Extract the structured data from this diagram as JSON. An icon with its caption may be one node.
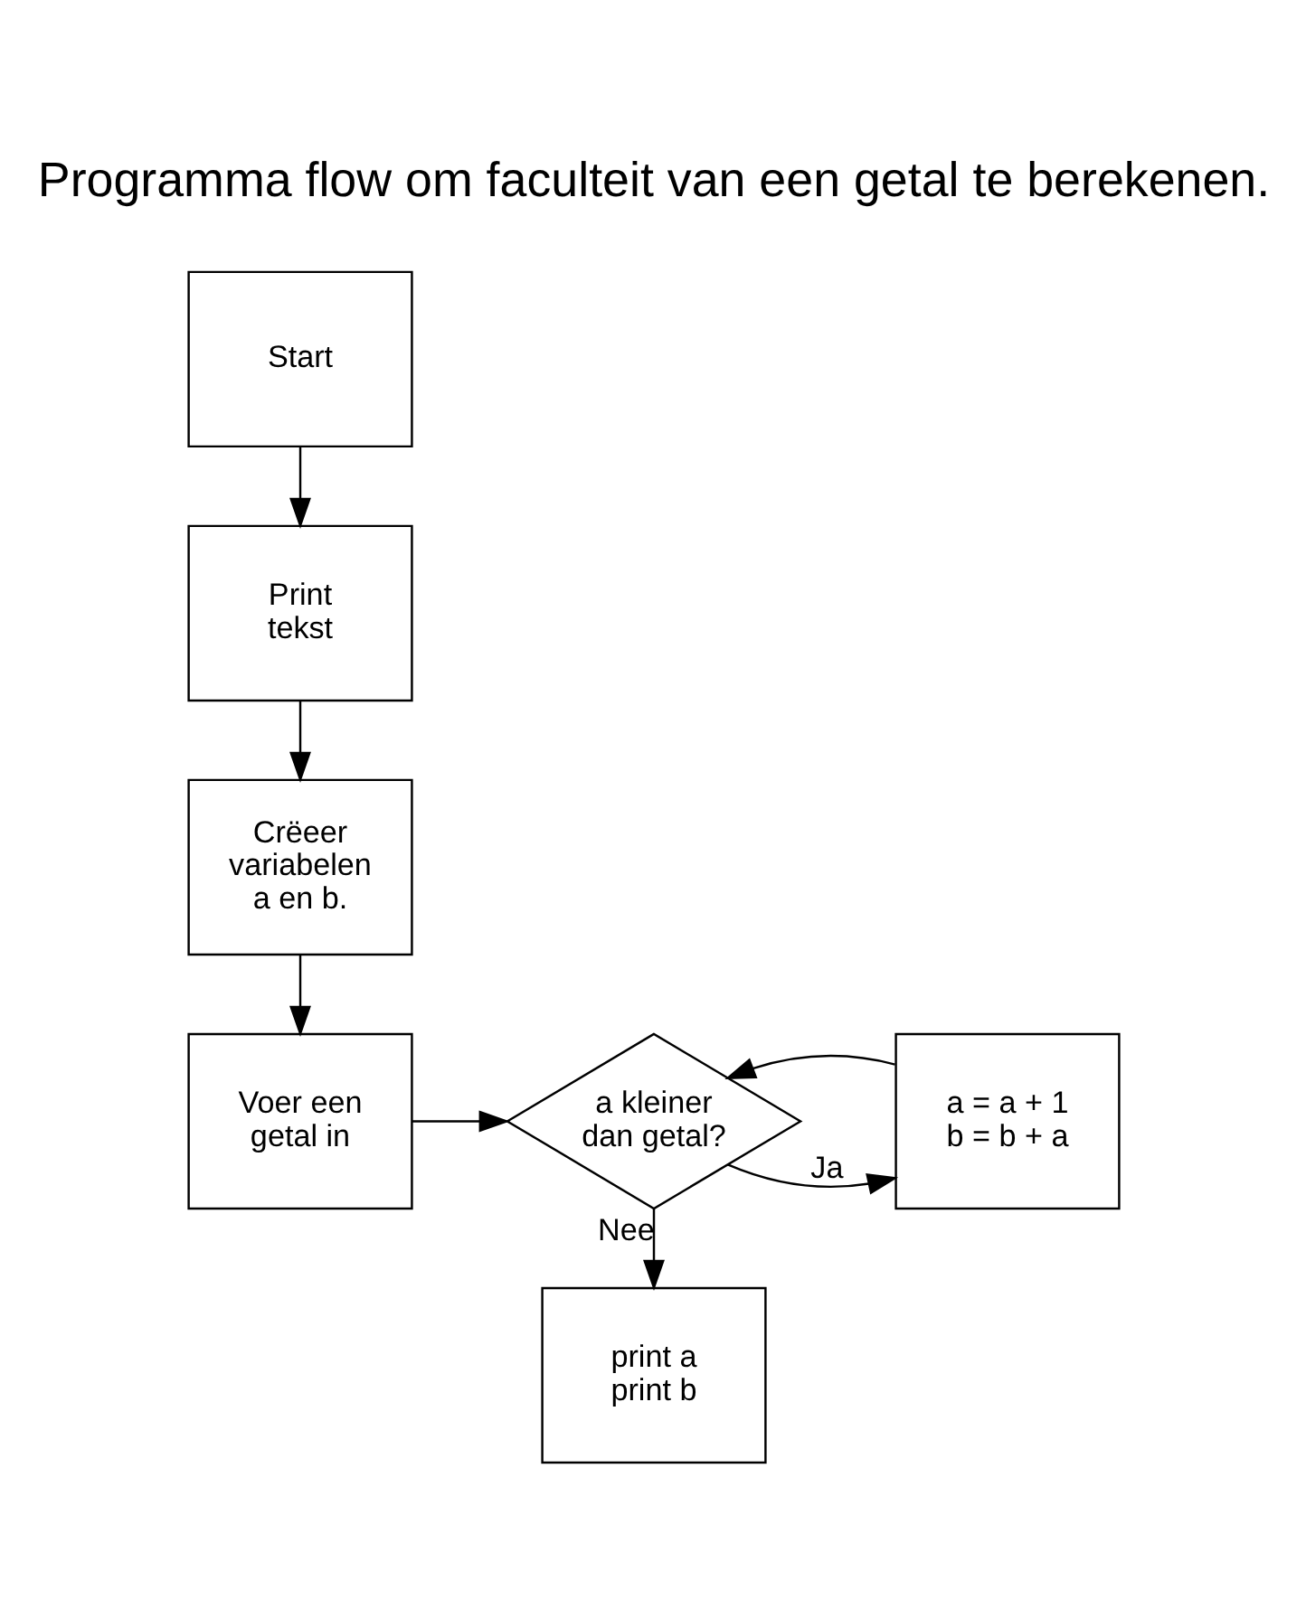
{
  "diagram": {
    "title": "Programma flow om faculteit van een getal te berekenen.",
    "nodes": [
      {
        "text": [
          "Start"
        ]
      },
      {
        "text": [
          "Print tekst"
        ]
      },
      {
        "text": [
          "Crëeer variabelen a en b."
        ]
      },
      {
        "text": [
          "Voer een getal in"
        ]
      },
      {
        "text": [
          "a kleiner dan getal?"
        ]
      },
      {
        "text": [
          "a = a + 1 b = b + a"
        ]
      },
      {
        "text": [
          "print a print b"
        ]
      }
    ],
    "edges": [
      {
        "from": 0,
        "to": 1,
        "arrow": "to"
      },
      {
        "from": 1,
        "to": 2,
        "arrow": "to"
      },
      {
        "from": 2,
        "to": 3,
        "arrow": "to"
      },
      {
        "from": 3,
        "to": 4,
        "arrow": "to"
      },
      {
        "from": 4,
        "to": 5,
        "arrow": "to",
        "label": "Ja"
      },
      {
        "from": 5,
        "to": 4,
        "arrow": "to"
      },
      {
        "from": 4,
        "to": 6,
        "arrow": "to",
        "label": "Nee"
      }
    ]
  }
}
